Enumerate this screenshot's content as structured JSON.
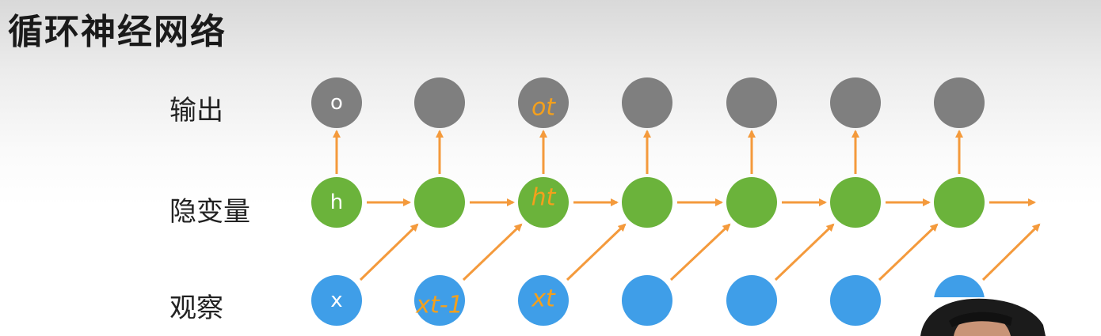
{
  "title": "循环神经网络",
  "rows": {
    "output": "输出",
    "hidden": "隐变量",
    "observation": "观察"
  },
  "node_labels": {
    "output": "o",
    "hidden": "h",
    "observation": "x"
  },
  "annotations": {
    "output_t": "ot",
    "hidden_t": "ht",
    "observation_t_minus_1": "xt-1",
    "observation_t": "xt"
  },
  "colors": {
    "output": "#7f7f7f",
    "hidden": "#6bb33b",
    "observation": "#3f9ee8",
    "arrow": "#f49a3c",
    "annotation": "#f4a01c"
  },
  "steps": 7
}
